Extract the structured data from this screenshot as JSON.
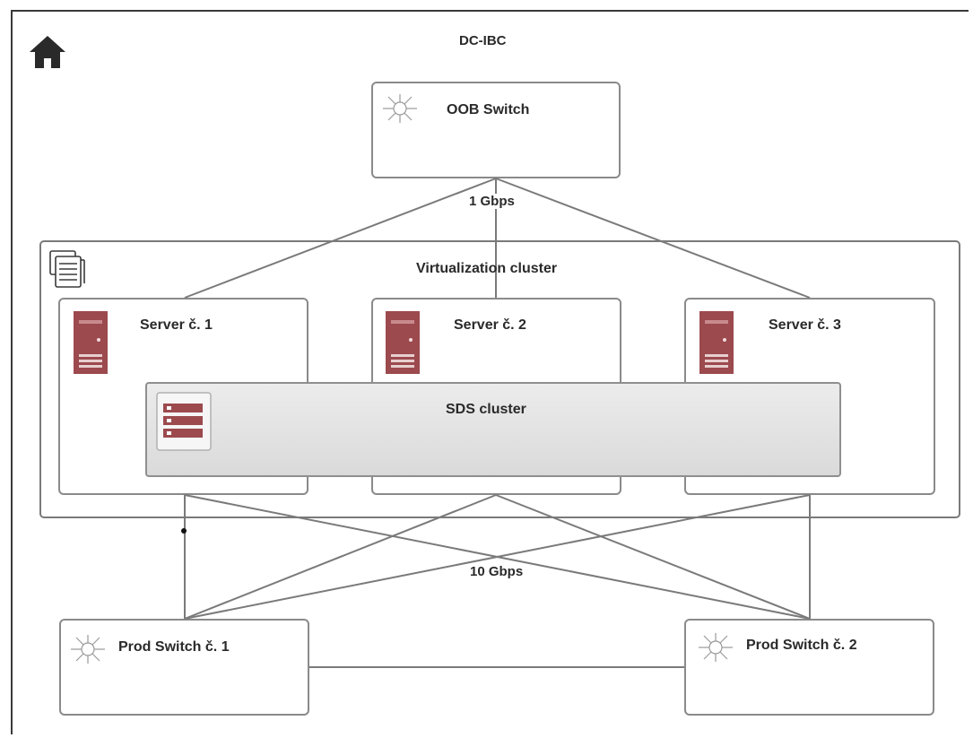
{
  "diagram": {
    "title": "DC-IBC",
    "oob_switch": {
      "label": "OOB Switch"
    },
    "link_1gbps": "1 Gbps",
    "virtualization_cluster": {
      "label": "Virtualization cluster"
    },
    "servers": [
      {
        "label": "Server č. 1"
      },
      {
        "label": "Server č. 2"
      },
      {
        "label": "Server č. 3"
      }
    ],
    "sds_cluster": {
      "label": "SDS cluster"
    },
    "link_10gbps": "10 Gbps",
    "prod_switches": [
      {
        "label": "Prod Switch č. 1"
      },
      {
        "label": "Prod Switch č. 2"
      }
    ]
  },
  "icons": {
    "home": "home-icon",
    "switch": "network-switch-icon",
    "server": "server-tower-icon",
    "cluster": "server-rack-icon",
    "storage": "storage-array-icon"
  },
  "colors": {
    "server_red": "#9c4a4e",
    "line_gray": "#7a7a7a",
    "box_border": "#8a8a8a",
    "sds_fill": "#e2e2e2"
  }
}
